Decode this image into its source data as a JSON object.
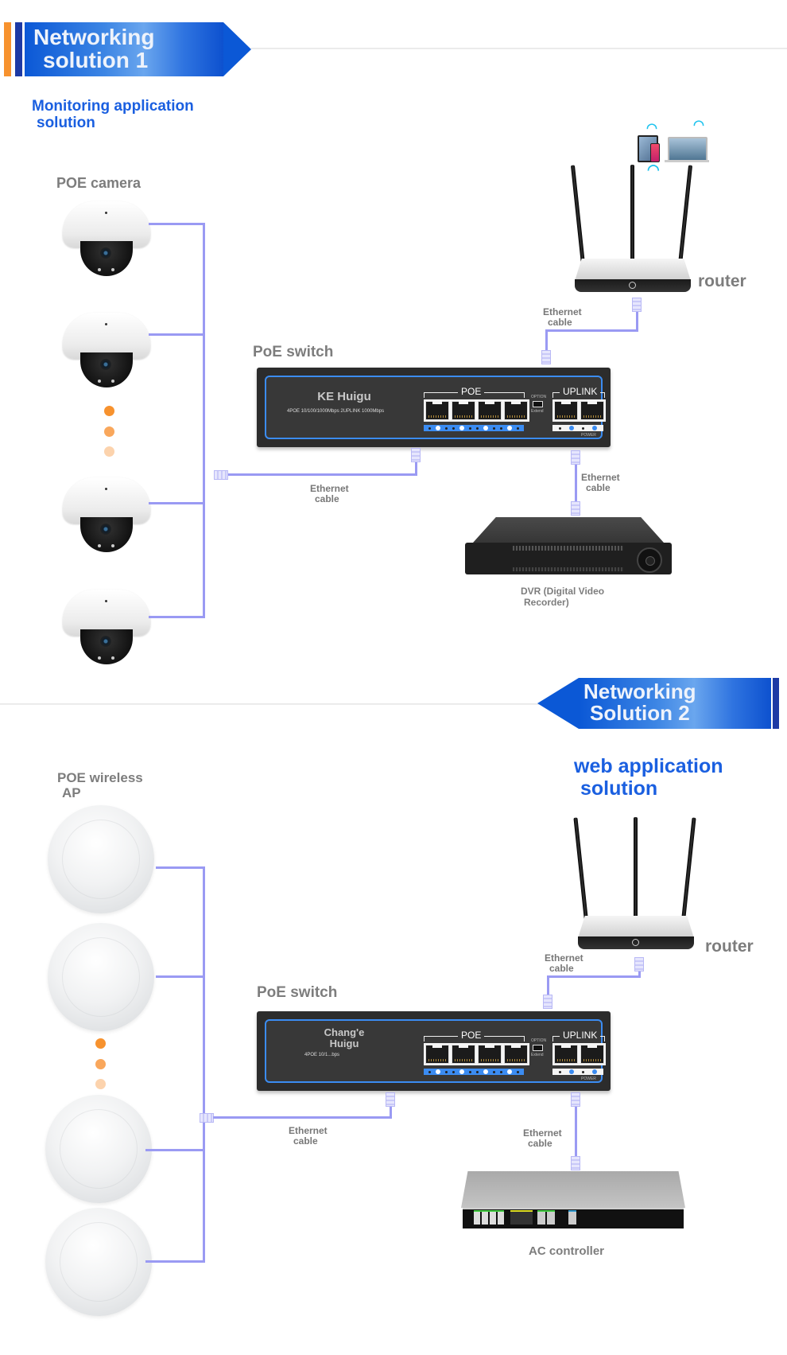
{
  "section1": {
    "banner_title_line1": "Networking",
    "banner_title_line2": "solution 1",
    "subtitle_line1": "Monitoring application",
    "subtitle_line2": "solution",
    "endpoint_label": "POE camera",
    "endpoint_count_shown": 4,
    "switch_label": "PoE switch",
    "switch": {
      "brand": "KE Huigu",
      "spec": "4POE 10/100/1000Mbps 2UPLINK 1000Mbps",
      "poe_label": "POE",
      "uplink_label": "UPLINK",
      "option_label": "OPTION",
      "extend_label": "Extend",
      "power_label": "POWER"
    },
    "router_label": "router",
    "cable_label_line1": "Ethernet",
    "cable_label_line2": "cable",
    "recorder_label_line1": "DVR (Digital Video",
    "recorder_label_line2": "Recorder)"
  },
  "section2": {
    "banner_title_line1": "Networking",
    "banner_title_line2": "Solution 2",
    "subtitle_line1": "web application",
    "subtitle_line2": "solution",
    "endpoint_label_line1": "POE wireless",
    "endpoint_label_line2": "AP",
    "endpoint_count_shown": 4,
    "switch_label": "PoE switch",
    "switch": {
      "brand_line1": "Chang'e",
      "brand_line2": "Huigu",
      "spec": "4POE 10/1...bps",
      "poe_label": "POE",
      "uplink_label": "UPLINK",
      "option_label": "OPTION",
      "extend_label": "Extend",
      "power_label": "POWER"
    },
    "router_label": "router",
    "cable_label_line1": "Ethernet",
    "cable_label_line2": "cable",
    "controller_label": "AC controller"
  },
  "colors": {
    "banner_blue": "#0b58d6",
    "accent_orange": "#f7922e",
    "subtitle_blue": "#1a5fe0",
    "cable": "#9a9af3",
    "label_gray": "#7d7d7d"
  }
}
